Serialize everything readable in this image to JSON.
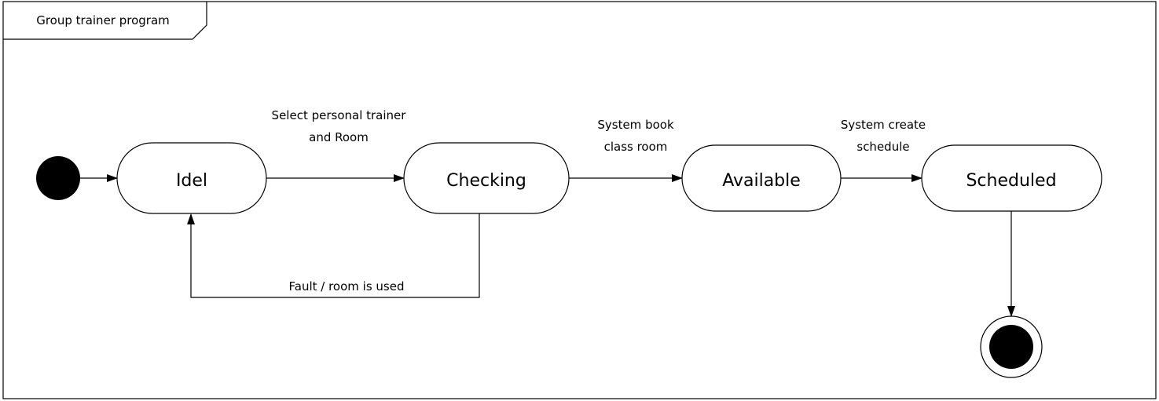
{
  "frame": {
    "title": "Group trainer program"
  },
  "states": {
    "idel": "Idel",
    "checking": "Checking",
    "available": "Available",
    "scheduled": "Scheduled"
  },
  "transitions": {
    "idel_to_checking": [
      "Select personal trainer",
      "and Room"
    ],
    "checking_to_available": [
      "System book",
      "class room"
    ],
    "available_to_scheduled": [
      "System create",
      "schedule"
    ],
    "checking_to_idel": "Fault / room is used"
  }
}
